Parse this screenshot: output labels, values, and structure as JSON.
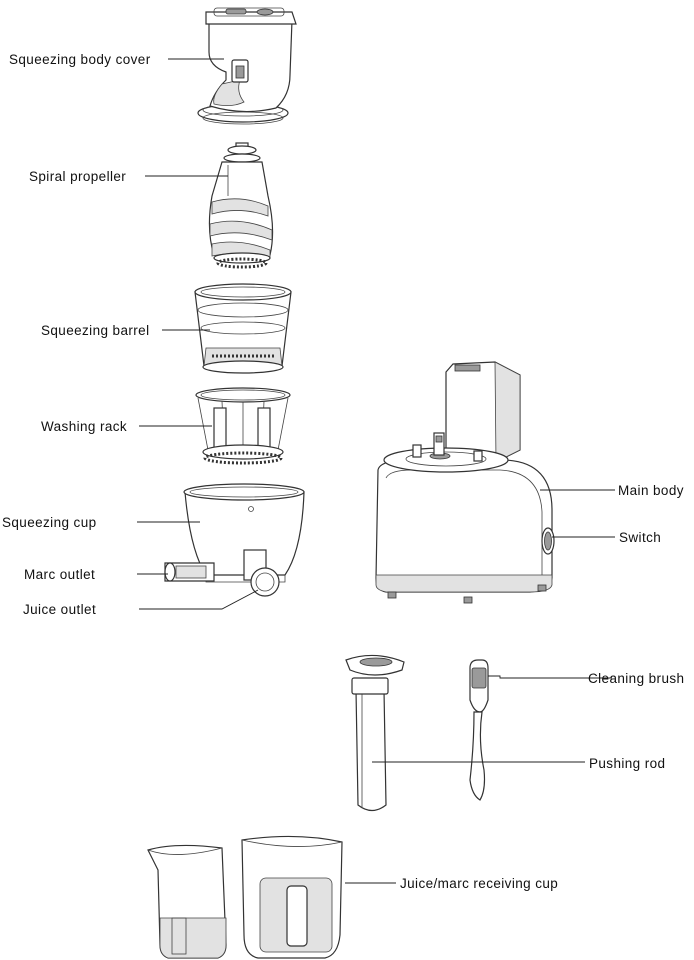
{
  "labels": {
    "squeezing_body_cover": "Squeezing body cover",
    "spiral_propeller": "Spiral propeller",
    "squeezing_barrel": "Squeezing barrel",
    "washing_rack": "Washing rack",
    "squeezing_cup": "Squeezing cup",
    "marc_outlet": "Marc outlet",
    "juice_outlet": "Juice outlet",
    "main_body": "Main body",
    "switch": "Switch",
    "cleaning_brush": "Cleaning brush",
    "pushing_rod": "Pushing rod",
    "receiving_cup": "Juice/marc receiving cup"
  }
}
